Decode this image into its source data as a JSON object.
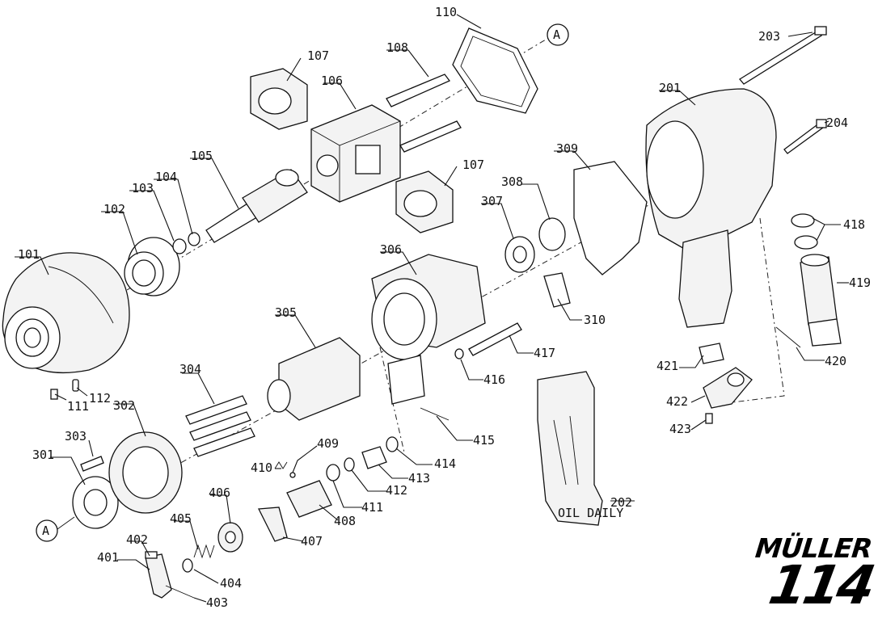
{
  "diagram": {
    "part_labels": [
      "101",
      "102",
      "103",
      "104",
      "105",
      "106",
      "107",
      "107",
      "108",
      "110",
      "111",
      "112",
      "201",
      "202",
      "203",
      "204",
      "301",
      "302",
      "303",
      "304",
      "305",
      "306",
      "307",
      "308",
      "309",
      "310",
      "401",
      "402",
      "403",
      "404",
      "405",
      "406",
      "407",
      "408",
      "409",
      "410",
      "411",
      "412",
      "413",
      "414",
      "415",
      "416",
      "417",
      "418",
      "419",
      "420",
      "421",
      "422",
      "423"
    ],
    "callouts": [
      "A",
      "A"
    ],
    "grip_text": "OIL DAILY"
  },
  "brand": {
    "name": "MÜLLER",
    "number": "114"
  }
}
